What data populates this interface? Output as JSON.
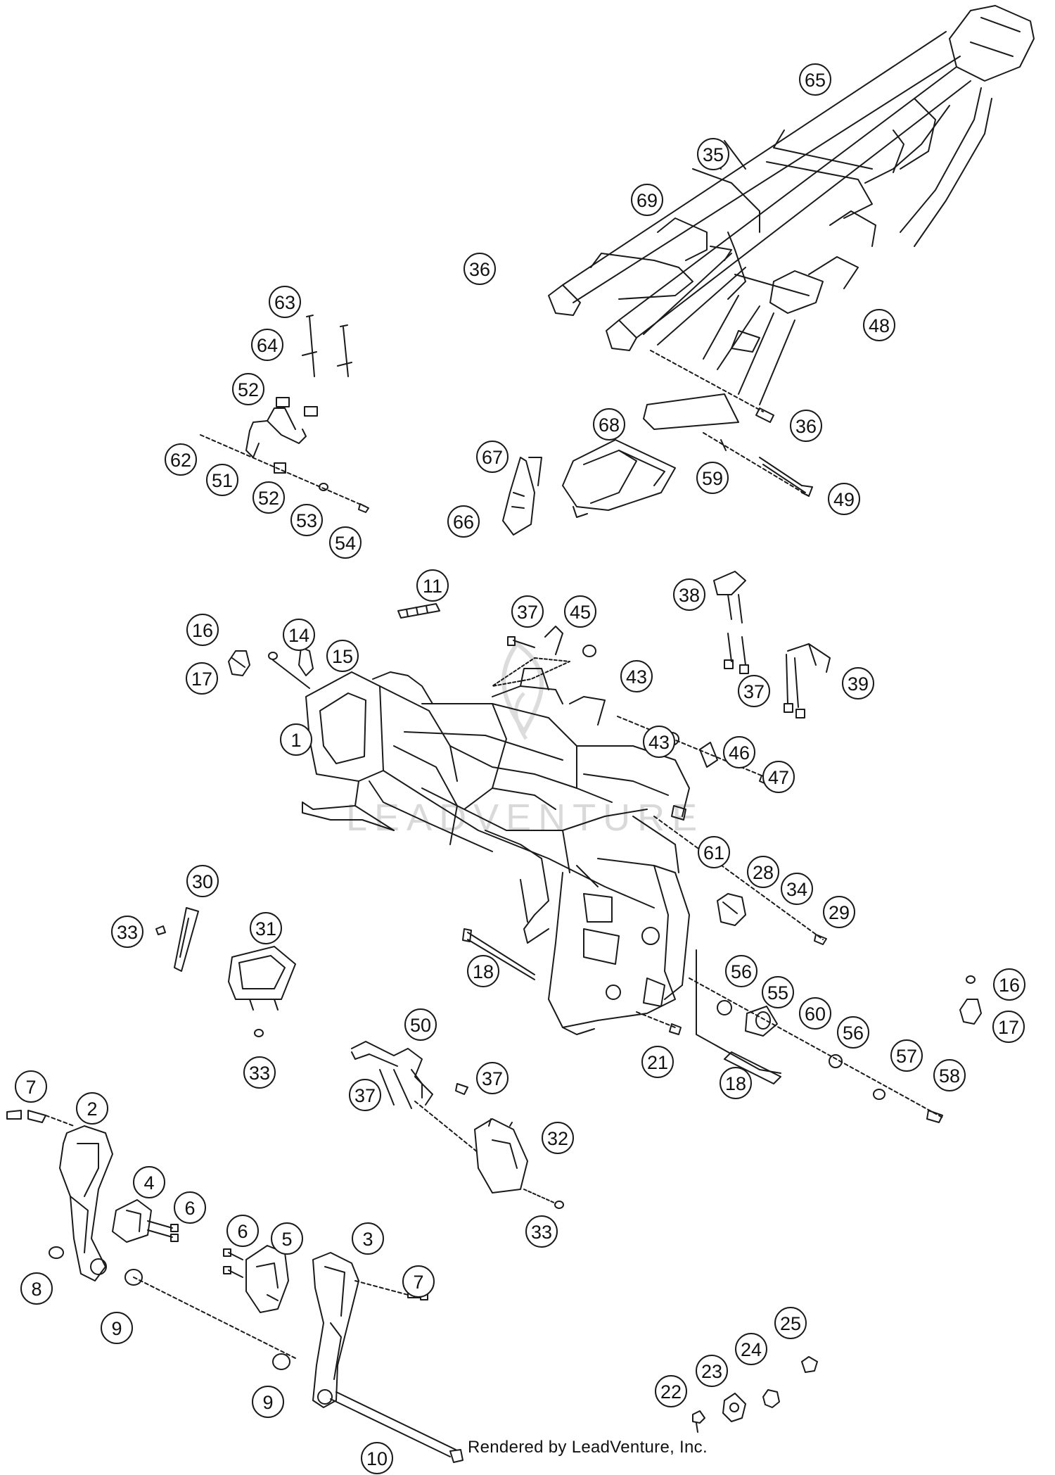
{
  "credit_text": "Rendered by LeadVenture, Inc.",
  "watermark_text": "LEADVENTURE",
  "colors": {
    "line": "#1a1a1a",
    "background": "#ffffff",
    "watermark": "#d9d9d9"
  },
  "callouts": [
    {
      "label": "65"
    },
    {
      "label": "35"
    },
    {
      "label": "69"
    },
    {
      "label": "36"
    },
    {
      "label": "48"
    },
    {
      "label": "63"
    },
    {
      "label": "64"
    },
    {
      "label": "52"
    },
    {
      "label": "68"
    },
    {
      "label": "36"
    },
    {
      "label": "67"
    },
    {
      "label": "62"
    },
    {
      "label": "51"
    },
    {
      "label": "52"
    },
    {
      "label": "59"
    },
    {
      "label": "49"
    },
    {
      "label": "53"
    },
    {
      "label": "66"
    },
    {
      "label": "54"
    },
    {
      "label": "11"
    },
    {
      "label": "38"
    },
    {
      "label": "37"
    },
    {
      "label": "45"
    },
    {
      "label": "16"
    },
    {
      "label": "14"
    },
    {
      "label": "15"
    },
    {
      "label": "43"
    },
    {
      "label": "17"
    },
    {
      "label": "37"
    },
    {
      "label": "39"
    },
    {
      "label": "1"
    },
    {
      "label": "43"
    },
    {
      "label": "46"
    },
    {
      "label": "47"
    },
    {
      "label": "61"
    },
    {
      "label": "30"
    },
    {
      "label": "28"
    },
    {
      "label": "34"
    },
    {
      "label": "29"
    },
    {
      "label": "33"
    },
    {
      "label": "31"
    },
    {
      "label": "18"
    },
    {
      "label": "56"
    },
    {
      "label": "16"
    },
    {
      "label": "55"
    },
    {
      "label": "60"
    },
    {
      "label": "17"
    },
    {
      "label": "50"
    },
    {
      "label": "56"
    },
    {
      "label": "33"
    },
    {
      "label": "21"
    },
    {
      "label": "57"
    },
    {
      "label": "37"
    },
    {
      "label": "37"
    },
    {
      "label": "18"
    },
    {
      "label": "58"
    },
    {
      "label": "7"
    },
    {
      "label": "2"
    },
    {
      "label": "32"
    },
    {
      "label": "4"
    },
    {
      "label": "6"
    },
    {
      "label": "33"
    },
    {
      "label": "6"
    },
    {
      "label": "5"
    },
    {
      "label": "3"
    },
    {
      "label": "7"
    },
    {
      "label": "8"
    },
    {
      "label": "9"
    },
    {
      "label": "25"
    },
    {
      "label": "24"
    },
    {
      "label": "23"
    },
    {
      "label": "22"
    },
    {
      "label": "9"
    },
    {
      "label": "10"
    }
  ]
}
